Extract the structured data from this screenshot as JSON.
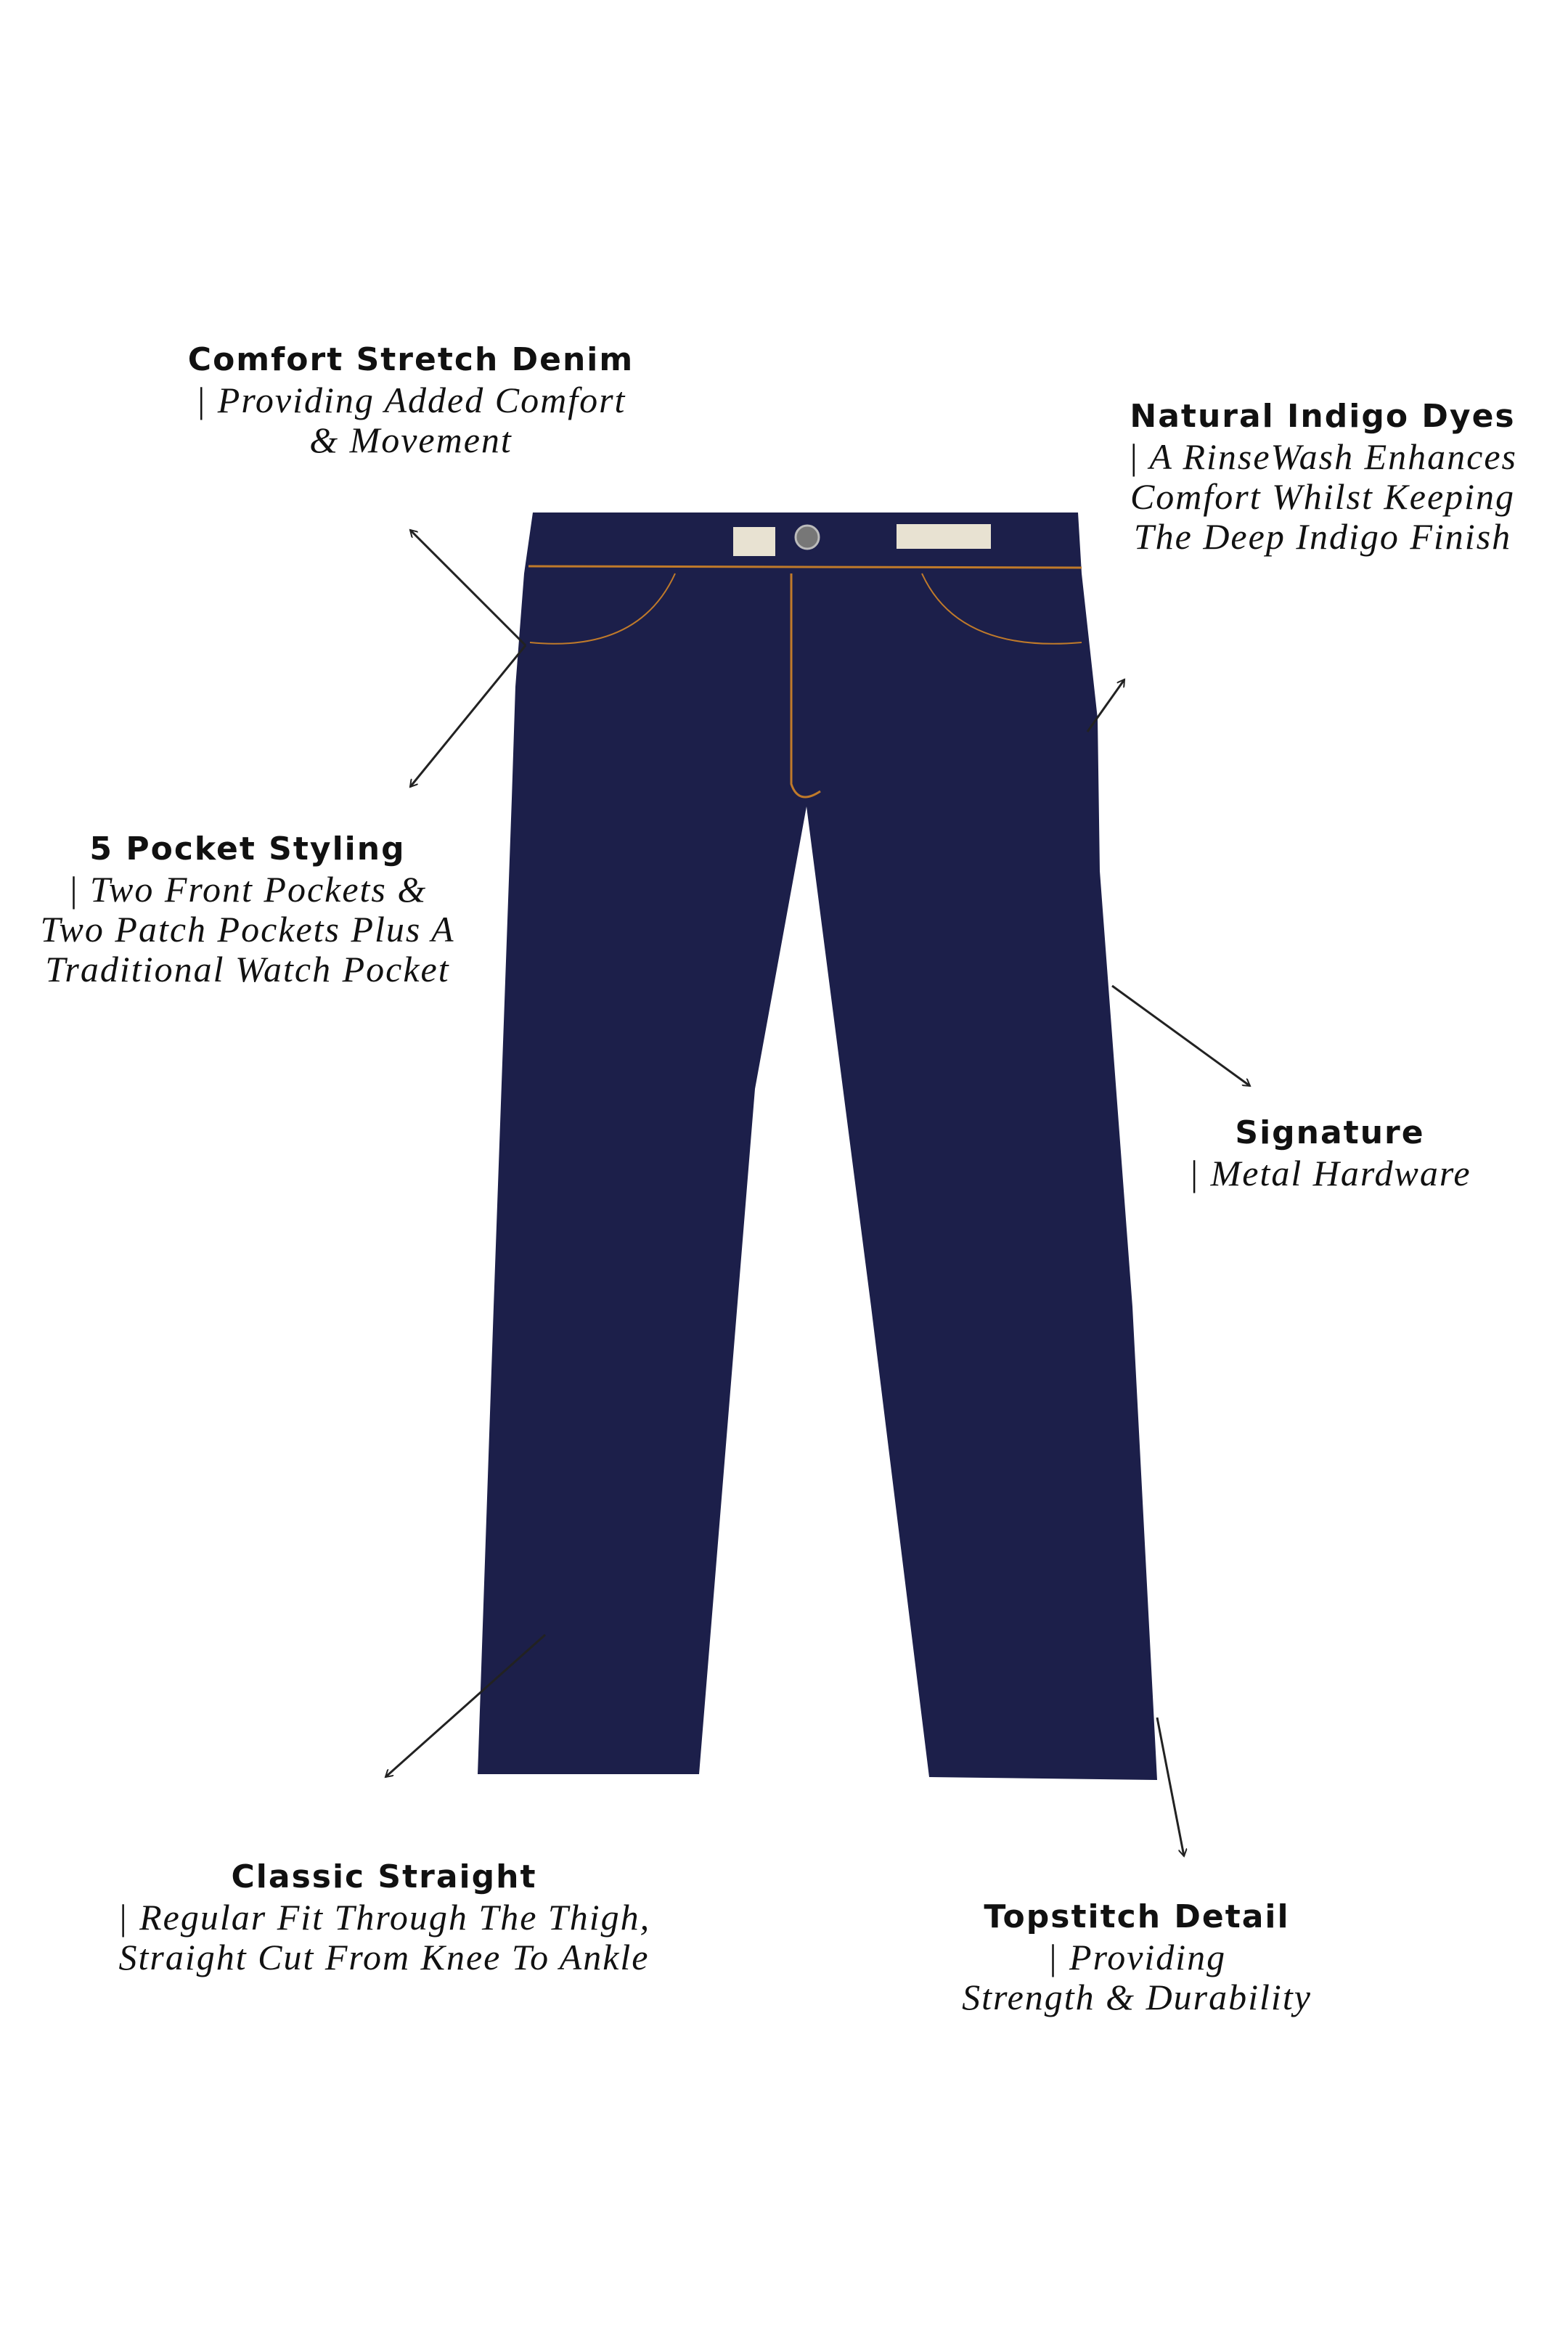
{
  "colors": {
    "denim": "#1c1f4a",
    "stitch": "#c07a2a",
    "text": "#111111"
  },
  "features": [
    {
      "title": "Comfort Stretch Denim",
      "lines": [
        "| Providing Added Comfort",
        "& Movement"
      ]
    },
    {
      "title": "Natural Indigo Dyes",
      "lines": [
        "| A RinseWash Enhances",
        "Comfort Whilst Keeping",
        "The Deep Indigo Finish"
      ]
    },
    {
      "title": "5 Pocket Styling",
      "lines": [
        "| Two Front Pockets &",
        "Two Patch Pockets Plus A",
        "Traditional Watch Pocket"
      ]
    },
    {
      "title": "Signature",
      "lines": [
        "| Metal Hardware"
      ]
    },
    {
      "title": "Classic Straight",
      "lines": [
        "| Regular Fit Through The Thigh,",
        "Straight Cut From Knee To Ankle"
      ]
    },
    {
      "title": "Topstitch Detail",
      "lines": [
        "| Providing",
        "Strength & Durability"
      ]
    }
  ]
}
